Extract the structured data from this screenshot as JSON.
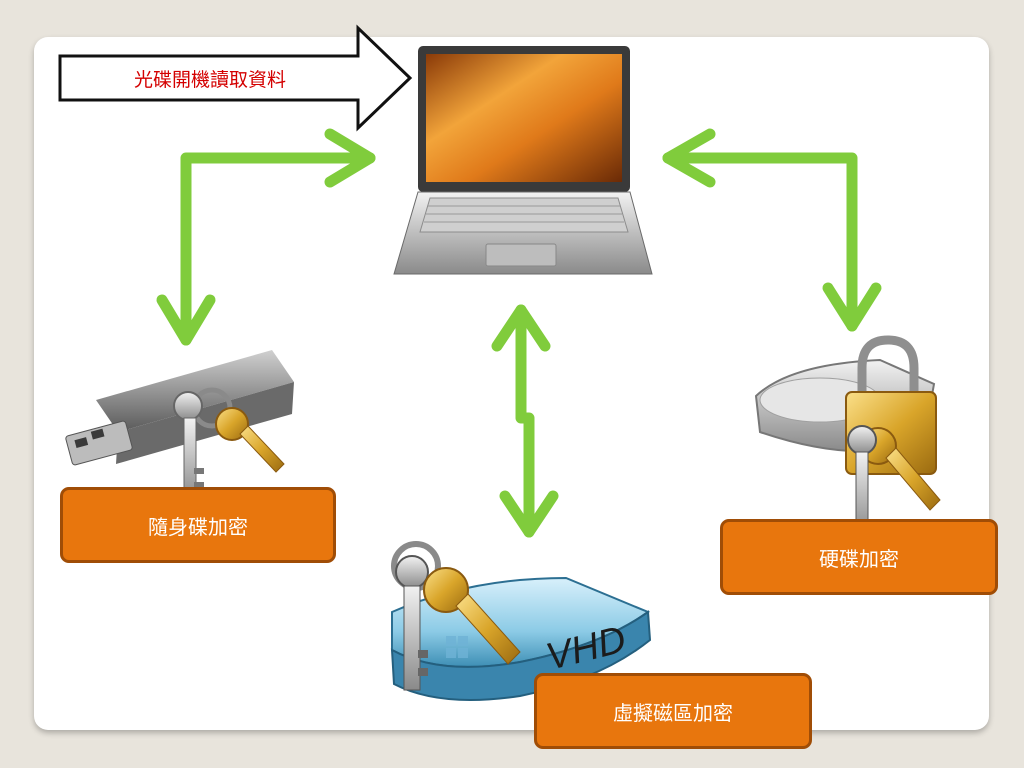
{
  "boot_arrow": {
    "text": "光碟開機讀取資料"
  },
  "labels": {
    "usb": "隨身碟加密",
    "vhd": "虛擬磁區加密",
    "hdd": "硬碟加密"
  },
  "vhd_drive_text": "VHD",
  "colors": {
    "connector": "#80cc3c",
    "label_fill": "#e8760d",
    "label_border": "#a04d06",
    "boot_text": "#d40000"
  },
  "icons": [
    "laptop-icon",
    "usb-drive-icon",
    "keys-icon",
    "vhd-drive-icon",
    "hard-drive-icon",
    "padlock-icon"
  ]
}
